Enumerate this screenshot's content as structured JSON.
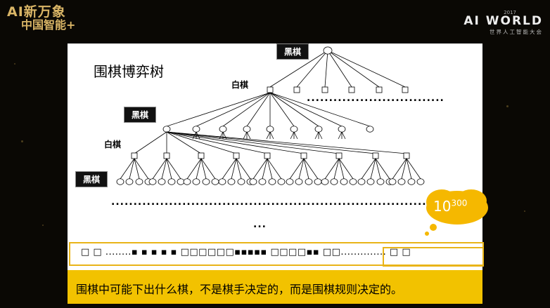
{
  "header": {
    "logo_left_line1": "AI新万象",
    "logo_left_line2": "中国智能+",
    "logo_right_year": "2017",
    "logo_right_brand": "AI WORLD",
    "logo_right_sub": "世界人工智能大会"
  },
  "slide": {
    "title": "围棋博弈树",
    "labels": {
      "black_top": "黑棋",
      "white_1": "白棋",
      "black_2": "黑棋",
      "white_2": "白棋",
      "black_3": "黑棋"
    },
    "dots_right": "...............................",
    "dots_long": "....................................................................................",
    "dots_short": "...",
    "bubble": {
      "base": "10",
      "exponent": "300"
    },
    "strip_text": "□ □ ........▪ ▪ ▪ ▪ ▪ □□□□□□▪▪▪▪▪ □□□□▪▪ □□.............. □ □"
  },
  "banner": {
    "text": "围棋中可能下出什么棋，不是棋手决定的，而是围棋规则决定的。"
  },
  "colors": {
    "background": "#0a0804",
    "gold": "#d9b566",
    "banner": "#f2c200",
    "bubble": "#f5b800"
  }
}
